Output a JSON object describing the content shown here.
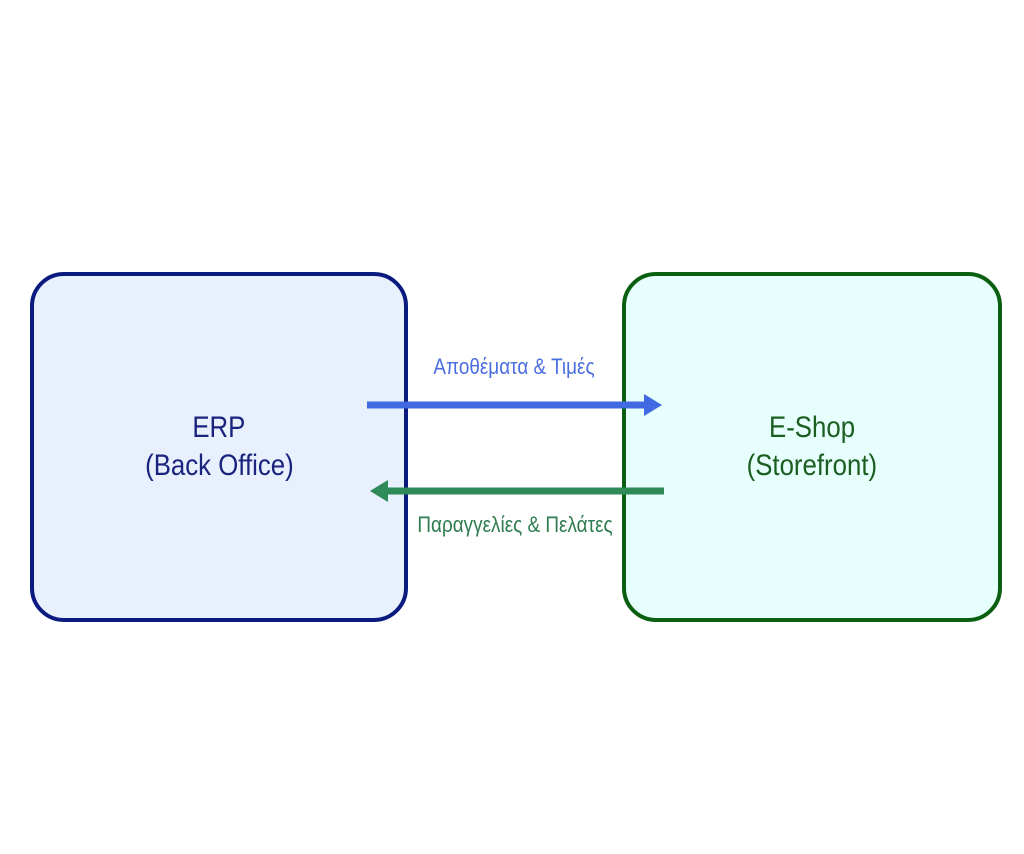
{
  "colors": {
    "erp_border": "#0a1a7e",
    "erp_fill": "#e8f0fe",
    "erp_text": "#1a237e",
    "eshop_border": "#0a5f10",
    "eshop_fill": "#e6fffc",
    "eshop_text": "#1b5e20",
    "arrow_forward": "#4169e1",
    "arrow_back": "#2e8b57",
    "label_forward": "#4a6ee0",
    "label_back": "#2e7d4f"
  },
  "erp": {
    "line1": "ERP",
    "line2": "(Back Office)"
  },
  "eshop": {
    "line1": "E-Shop",
    "line2": "(Storefront)"
  },
  "flows": {
    "forward_label": "Αποθέματα & Τιμές",
    "back_label": "Παραγγελίες & Πελάτες"
  }
}
